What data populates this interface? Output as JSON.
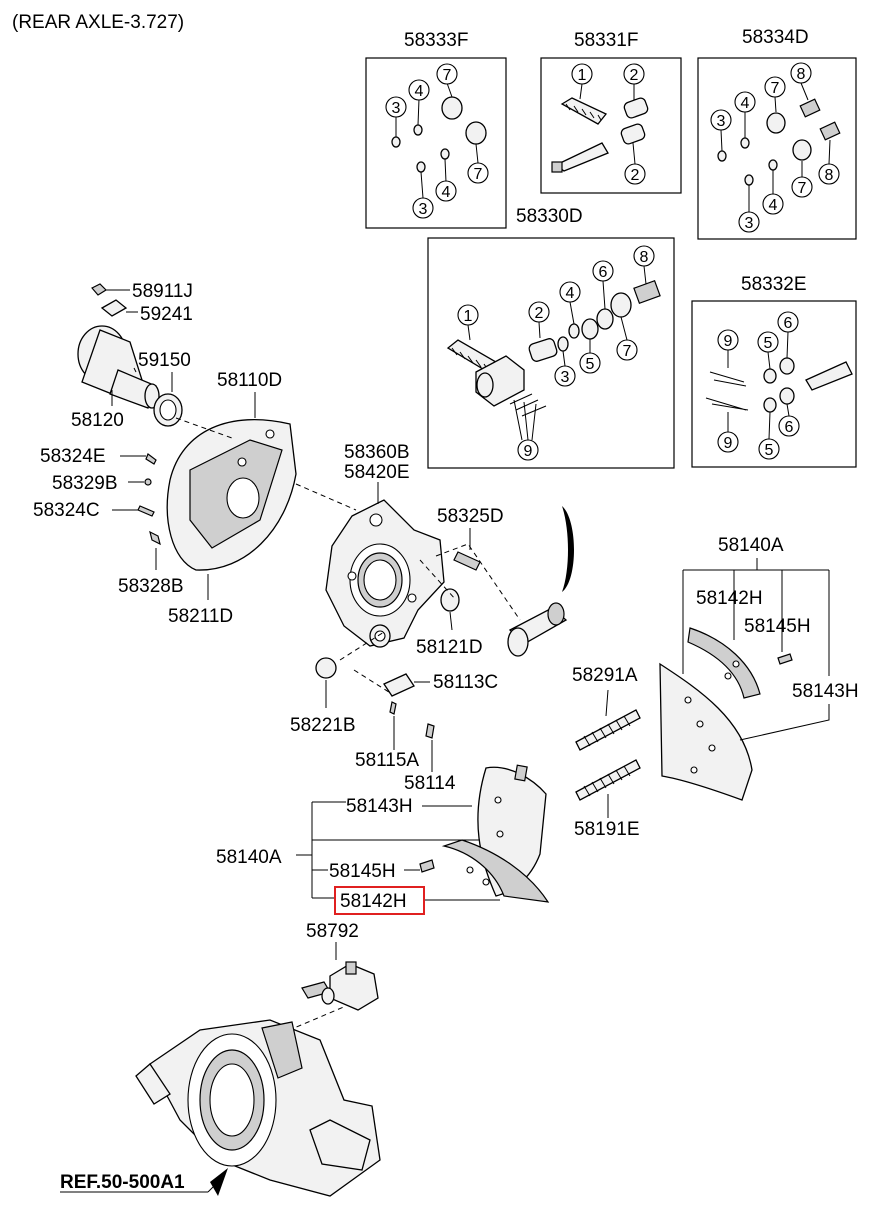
{
  "header": {
    "title": "(REAR AXLE-3.727)"
  },
  "reference": {
    "label": "REF.50-500A1"
  },
  "highlight": {
    "color": "#e02020",
    "part": "58142H"
  },
  "kits": {
    "k58333F": {
      "code": "58333F",
      "nums": [
        "7",
        "4",
        "3",
        "7",
        "4",
        "3"
      ]
    },
    "k58331F": {
      "code": "58331F",
      "nums": [
        "1",
        "2",
        "2"
      ]
    },
    "k58334D": {
      "code": "58334D",
      "nums": [
        "8",
        "7",
        "4",
        "3",
        "7",
        "8",
        "4",
        "3"
      ]
    },
    "k58330D": {
      "code": "58330D",
      "nums": [
        "8",
        "6",
        "4",
        "2",
        "1",
        "5",
        "7",
        "3",
        "9"
      ]
    },
    "k58332E": {
      "code": "58332E",
      "nums": [
        "9",
        "5",
        "6",
        "9",
        "5",
        "6"
      ]
    }
  },
  "labels": {
    "l58911J": "58911J",
    "l59241": "59241",
    "l59150": "59150",
    "l58120": "58120",
    "l58110D": "58110D",
    "l58324E": "58324E",
    "l58329B": "58329B",
    "l58324C": "58324C",
    "l58328B": "58328B",
    "l58211D": "58211D",
    "l58360B": "58360B",
    "l58420E": "58420E",
    "l58325D": "58325D",
    "l58121D": "58121D",
    "l58113C": "58113C",
    "l58221B": "58221B",
    "l58115A": "58115A",
    "l58114": "58114",
    "l58291A": "58291A",
    "l58191E": "58191E",
    "r58140A": "58140A",
    "r58142H": "58142H",
    "r58145H": "58145H",
    "r58143H": "58143H",
    "b58143H": "58143H",
    "b58140A": "58140A",
    "b58145H": "58145H",
    "b58142H": "58142H",
    "l58792": "58792"
  }
}
